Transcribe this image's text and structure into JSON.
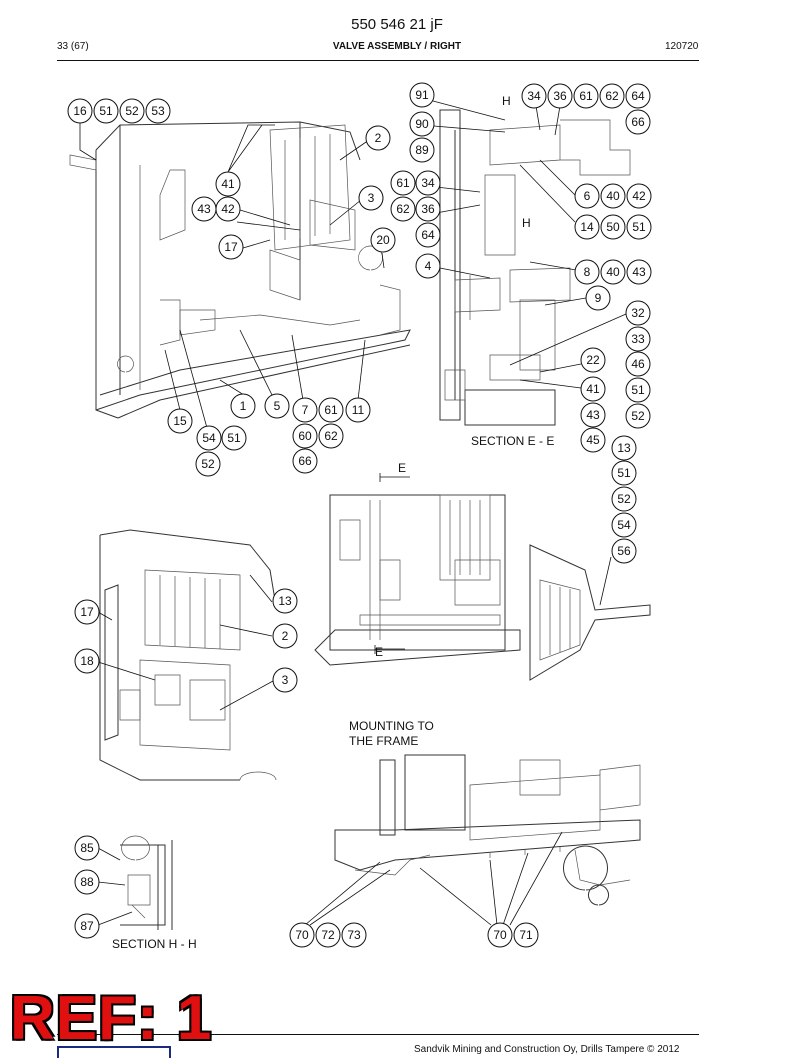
{
  "header": {
    "doc_number": "550 546 21 jF",
    "page": "33 (67)",
    "title": "VALVE ASSEMBLY / RIGHT",
    "date": "120720"
  },
  "footer": {
    "copyright": "Sandvik Mining and Construction Oy, Drills Tampere © 2012"
  },
  "stamp": "REF: 1",
  "captions": {
    "section_ee": "SECTION E - E",
    "section_hh": "SECTION H - H",
    "mounting_1": "MOUNTING TO",
    "mounting_2": "THE FRAME",
    "h_top": "H",
    "h_mid": "H",
    "e_top": "E",
    "e_bottom": "E"
  },
  "balloons": [
    "16",
    "51",
    "52",
    "53",
    "2",
    "41",
    "43",
    "42",
    "3",
    "17",
    "20",
    "1",
    "5",
    "7",
    "61",
    "11",
    "15",
    "54",
    "51",
    "52",
    "60",
    "62",
    "66",
    "91",
    "90",
    "89",
    "34",
    "36",
    "61",
    "62",
    "64",
    "66",
    "61",
    "34",
    "62",
    "36",
    "64",
    "6",
    "40",
    "42",
    "14",
    "50",
    "51",
    "4",
    "8",
    "40",
    "43",
    "9",
    "32",
    "33",
    "22",
    "46",
    "41",
    "51",
    "43",
    "52",
    "45",
    "13",
    "51",
    "52",
    "54",
    "56",
    "17",
    "13",
    "2",
    "18",
    "3",
    "85",
    "88",
    "87",
    "70",
    "72",
    "73",
    "70",
    "71"
  ]
}
